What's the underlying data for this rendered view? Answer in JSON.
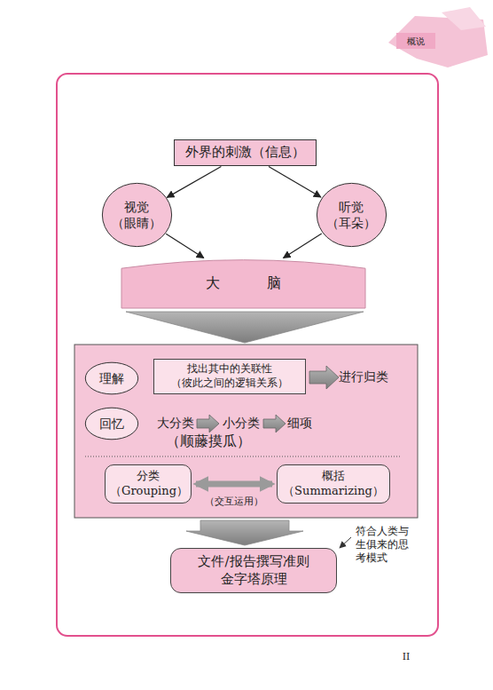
{
  "diagram": {
    "nodes": [
      {
        "text": [
          "概说"
        ]
      },
      {
        "text": [
          "外界的刺激（信息）"
        ]
      },
      {
        "text": [
          "视觉 （眼睛）"
        ]
      },
      {
        "text": [
          "听觉 （耳朵）"
        ]
      },
      {
        "text": [
          "大 脑"
        ]
      },
      {
        "text": [
          "理解"
        ]
      },
      {
        "text": [
          "找出其中的关联性 （彼此之间的逻辑关系）"
        ]
      },
      {
        "text": [
          "回忆"
        ]
      },
      {
        "text": [
          "分类 （Grouping）"
        ]
      },
      {
        "text": [
          "概括 （Summarizing）"
        ]
      },
      {
        "text": [
          "文件/报告撰写准则 金字塔原理"
        ]
      }
    ],
    "edges": [
      {
        "from": 1,
        "to": 2,
        "arrow": "to"
      },
      {
        "from": 1,
        "to": 3,
        "arrow": "to"
      },
      {
        "from": 2,
        "to": 4,
        "arrow": "to"
      },
      {
        "from": 3,
        "to": 4,
        "arrow": "to"
      },
      {
        "from": 8,
        "to": 9,
        "arrow": "both",
        "label": "（交互运用）"
      }
    ],
    "labels": [
      "进行归类",
      "大分类",
      "小分类",
      "细项",
      "（顺藤摸瓜）",
      "符合人类与生俱来的思考模式",
      "II"
    ]
  }
}
